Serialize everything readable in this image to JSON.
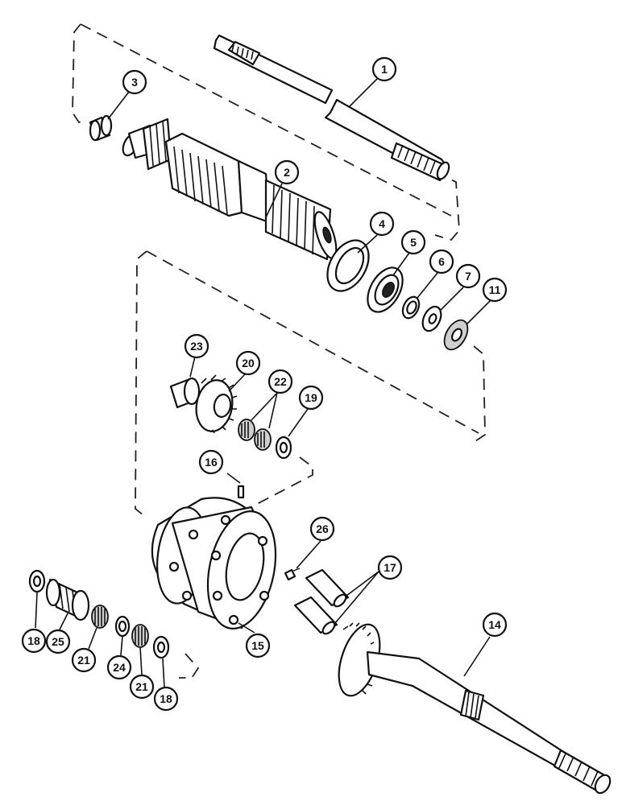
{
  "callouts": [
    {
      "id": "c1",
      "label": "1"
    },
    {
      "id": "c2",
      "label": "2"
    },
    {
      "id": "c3",
      "label": "3"
    },
    {
      "id": "c4",
      "label": "4"
    },
    {
      "id": "c5",
      "label": "5"
    },
    {
      "id": "c6",
      "label": "6"
    },
    {
      "id": "c7",
      "label": "7"
    },
    {
      "id": "c11",
      "label": "11"
    },
    {
      "id": "c23",
      "label": "23"
    },
    {
      "id": "c20",
      "label": "20"
    },
    {
      "id": "c22",
      "label": "22"
    },
    {
      "id": "c19",
      "label": "19"
    },
    {
      "id": "c16",
      "label": "16"
    },
    {
      "id": "c26",
      "label": "26"
    },
    {
      "id": "c17",
      "label": "17"
    },
    {
      "id": "c14",
      "label": "14"
    },
    {
      "id": "c15",
      "label": "15"
    },
    {
      "id": "c18a",
      "label": "18"
    },
    {
      "id": "c25",
      "label": "25"
    },
    {
      "id": "c21a",
      "label": "21"
    },
    {
      "id": "c24",
      "label": "24"
    },
    {
      "id": "c21b",
      "label": "21"
    },
    {
      "id": "c18b",
      "label": "18"
    }
  ]
}
